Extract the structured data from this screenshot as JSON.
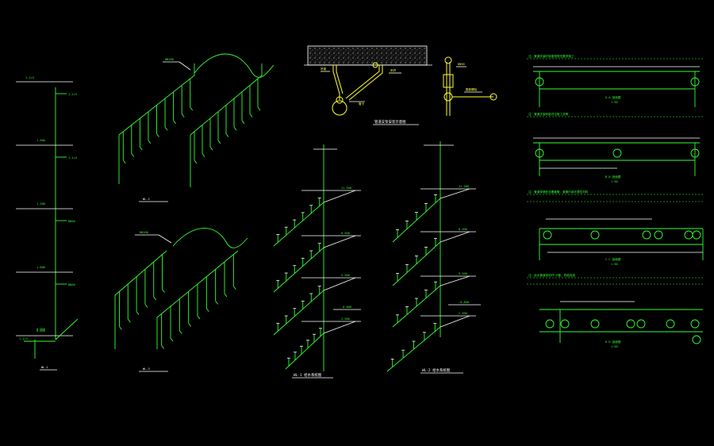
{
  "drawing": {
    "background": "#000000",
    "colors": {
      "pipe": "#33ff33",
      "dimension": "#ffffff",
      "support": "#ffff33"
    },
    "left_riser": {
      "top_label": "1-1/4",
      "levels": [
        {
          "elev": "1.500",
          "note": "1-1/4"
        },
        {
          "elev": "1.200",
          "note": "1-1/4"
        },
        {
          "elev": "1.000",
          "note": "DN50"
        },
        {
          "elev": "0.800",
          "note": "DN50"
        }
      ],
      "bottom_elev": "0.000",
      "bottom_label": "1-1/4",
      "caption": "WL-1"
    },
    "isometric_top": {
      "caption": "WL-2",
      "note": "DN100"
    },
    "isometric_bottom": {
      "caption": "WL-3",
      "note": "DN100"
    },
    "support_detail": {
      "caption": "管道支架安装示意图",
      "labels": [
        "吊架",
        "管卡",
        "吊杆",
        "膨胀螺栓",
        "DN50"
      ]
    },
    "riser_wl1": {
      "caption": "WL-1 给水系统图",
      "elevations": [
        "11.500",
        "8.500",
        "5.500",
        "2.500",
        "-0.800"
      ]
    },
    "riser_wl2": {
      "caption": "WL-2 给水系统图",
      "elevations": [
        "11.500",
        "8.500",
        "5.500",
        "2.500",
        "-0.800"
      ]
    },
    "right_notes": {
      "notes": [
        "注：管道安装时坡度按规范要求施工",
        "注：管道支架间距详见施工说明",
        "注：管道穿墙处设置套管，套管内填充柔性材料",
        "注：给水管道采用PP-R管，热熔连接"
      ],
      "details": [
        {
          "caption": "A-A 剖面图",
          "sub": "1:50"
        },
        {
          "caption": "B-B 剖面图",
          "sub": "1:50"
        },
        {
          "caption": "C-C 剖面图",
          "sub": "1:50"
        },
        {
          "caption": "D-D 剖面图",
          "sub": "1:50"
        }
      ]
    }
  }
}
